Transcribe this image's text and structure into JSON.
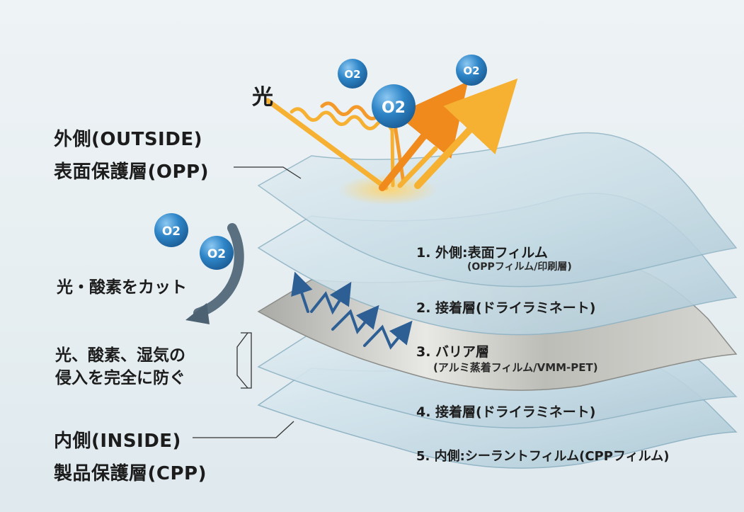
{
  "light_label": "光",
  "outside": {
    "title": "外側(OUTSIDE)",
    "subtitle": "表面保護層(OPP)"
  },
  "cut_label": "光・酸素をカット",
  "protect_label": [
    "光、酸素、湿気の",
    "侵入を完全に防ぐ"
  ],
  "inside": {
    "title": "内側(INSIDE)",
    "subtitle": "製品保護層(CPP)"
  },
  "o2_label": "O2",
  "layers": [
    {
      "label": "1. 外側:表面フィルム",
      "sub": "(OPPフィルム/印刷層)"
    },
    {
      "label": "2. 接着層(ドライラミネート)",
      "sub": ""
    },
    {
      "label": "3. バリア層",
      "sub": "(アルミ蒸着フィルム/VMM-PET)"
    },
    {
      "label": "4. 接着層(ドライラミネート)",
      "sub": ""
    },
    {
      "label": "5. 内側:シーラントフィルム(CPPフィルム)",
      "sub": ""
    }
  ],
  "colors": {
    "film": "#c9dde6",
    "film_edge": "#8fb3c4",
    "barrier": "#c6c6c2",
    "light_arrow": "#f08a1c",
    "light_arrow_2": "#f6b133",
    "o2_bubble": "#2f86c8",
    "cut_arrow": "#5a6f80",
    "blue_arrow": "#2d5f95"
  }
}
